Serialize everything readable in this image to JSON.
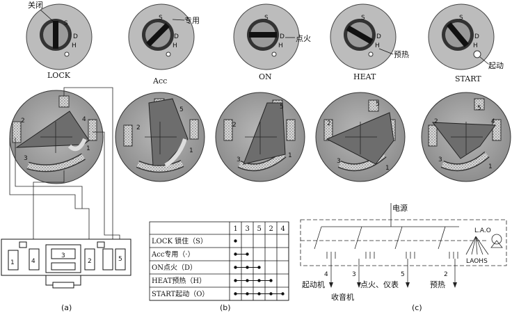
{
  "key_labels": {
    "closed": "关闭",
    "special": "专用",
    "ignition": "点火",
    "preheat": "预热",
    "start": "起动"
  },
  "positions": [
    "LOCK",
    "Acc",
    "ON",
    "HEAT",
    "START"
  ],
  "key_letters": [
    "S",
    "D",
    "H",
    "O"
  ],
  "terminal_numbers": {
    "t1": "1",
    "t2": "2",
    "t3": "3",
    "t4": "4",
    "t5": "5"
  },
  "connector_numbers": [
    "1",
    "4",
    "3",
    "2",
    "5"
  ],
  "table": {
    "columns": [
      "1",
      "3",
      "5",
      "2",
      "4"
    ],
    "rows": [
      {
        "label": "LOCK 锁住（S）",
        "from": 0,
        "to": 0
      },
      {
        "label": "Acc专用（·）",
        "from": 0,
        "to": 1
      },
      {
        "label": "ON点火（D）",
        "from": 0,
        "to": 2
      },
      {
        "label": "HEAT预热（H）",
        "from": 0,
        "to": 3
      },
      {
        "label": "START起动（O）",
        "from": 0,
        "to": 4
      }
    ]
  },
  "circuit": {
    "power": "电源",
    "switch_positions": "L.A.O",
    "switch_positions_2": "LAOHS",
    "terminals": [
      "4",
      "3",
      "5",
      "2"
    ],
    "outputs": [
      "起动机",
      "点火、仪表",
      "预热"
    ],
    "output_below": "收音机"
  },
  "captions": [
    "(a)",
    "(b)",
    "(c)"
  ]
}
